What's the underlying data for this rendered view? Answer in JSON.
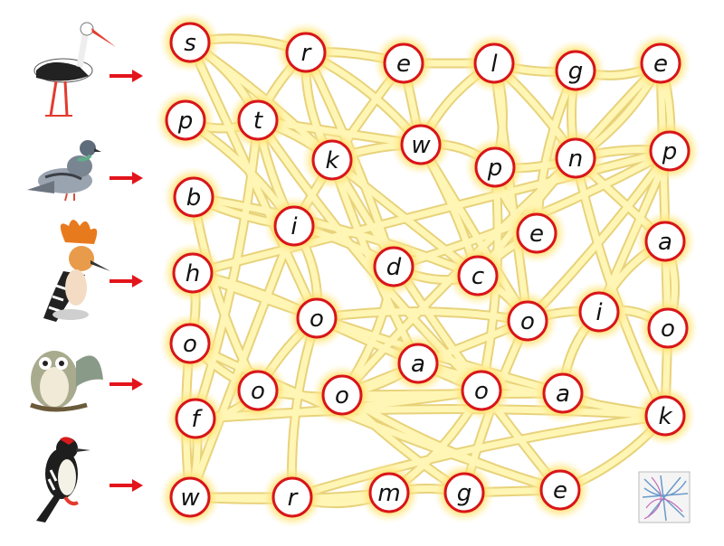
{
  "puzzle": {
    "nodes": [
      {
        "id": "s1",
        "letter": "s"
      },
      {
        "id": "r1",
        "letter": "r"
      },
      {
        "id": "e1",
        "letter": "e"
      },
      {
        "id": "l1",
        "letter": "l"
      },
      {
        "id": "g1",
        "letter": "g"
      },
      {
        "id": "e2",
        "letter": "e"
      },
      {
        "id": "p1",
        "letter": "p"
      },
      {
        "id": "t1",
        "letter": "t"
      },
      {
        "id": "w1",
        "letter": "w"
      },
      {
        "id": "k1",
        "letter": "k"
      },
      {
        "id": "p2",
        "letter": "p"
      },
      {
        "id": "n1",
        "letter": "n"
      },
      {
        "id": "p3",
        "letter": "p"
      },
      {
        "id": "b1",
        "letter": "b"
      },
      {
        "id": "i1",
        "letter": "i"
      },
      {
        "id": "e3",
        "letter": "e"
      },
      {
        "id": "a1",
        "letter": "a"
      },
      {
        "id": "h1",
        "letter": "h"
      },
      {
        "id": "d1",
        "letter": "d"
      },
      {
        "id": "c1",
        "letter": "c"
      },
      {
        "id": "o1",
        "letter": "o"
      },
      {
        "id": "o2",
        "letter": "o"
      },
      {
        "id": "i2",
        "letter": "i"
      },
      {
        "id": "o3",
        "letter": "o"
      },
      {
        "id": "a2",
        "letter": "a"
      },
      {
        "id": "o4",
        "letter": "o"
      },
      {
        "id": "o5",
        "letter": "o"
      },
      {
        "id": "o6",
        "letter": "o"
      },
      {
        "id": "o7",
        "letter": "o"
      },
      {
        "id": "a3",
        "letter": "a"
      },
      {
        "id": "k2",
        "letter": "k"
      },
      {
        "id": "f1",
        "letter": "f"
      },
      {
        "id": "w2",
        "letter": "w"
      },
      {
        "id": "r2",
        "letter": "r"
      },
      {
        "id": "m1",
        "letter": "m"
      },
      {
        "id": "g2",
        "letter": "g"
      },
      {
        "id": "e4",
        "letter": "e"
      }
    ],
    "edges": [
      [
        "s1",
        "r1"
      ],
      [
        "r1",
        "e1"
      ],
      [
        "e1",
        "l1"
      ],
      [
        "l1",
        "g1"
      ],
      [
        "g1",
        "e2"
      ],
      [
        "s1",
        "t1"
      ],
      [
        "s1",
        "k1"
      ],
      [
        "s1",
        "o2"
      ],
      [
        "r1",
        "t1"
      ],
      [
        "r1",
        "k1"
      ],
      [
        "r1",
        "w1"
      ],
      [
        "r1",
        "d1"
      ],
      [
        "e1",
        "w1"
      ],
      [
        "e1",
        "i1"
      ],
      [
        "l1",
        "w1"
      ],
      [
        "l1",
        "p2"
      ],
      [
        "l1",
        "n1"
      ],
      [
        "l1",
        "o3"
      ],
      [
        "g1",
        "n1"
      ],
      [
        "g1",
        "e3"
      ],
      [
        "e2",
        "n1"
      ],
      [
        "e2",
        "p3"
      ],
      [
        "e2",
        "o7"
      ],
      [
        "e2",
        "c1"
      ],
      [
        "p1",
        "t1"
      ],
      [
        "p1",
        "i1"
      ],
      [
        "t1",
        "k1"
      ],
      [
        "t1",
        "w1"
      ],
      [
        "t1",
        "i1"
      ],
      [
        "t1",
        "o6"
      ],
      [
        "t1",
        "f1"
      ],
      [
        "k1",
        "w1"
      ],
      [
        "k1",
        "c1"
      ],
      [
        "k1",
        "a2"
      ],
      [
        "k1",
        "e4"
      ],
      [
        "w1",
        "p2"
      ],
      [
        "w1",
        "c1"
      ],
      [
        "w1",
        "o3"
      ],
      [
        "p2",
        "n1"
      ],
      [
        "p2",
        "e3"
      ],
      [
        "p2",
        "o6"
      ],
      [
        "n1",
        "p3"
      ],
      [
        "n1",
        "a1"
      ],
      [
        "n1",
        "o5"
      ],
      [
        "n1",
        "k2"
      ],
      [
        "p3",
        "d1"
      ],
      [
        "p3",
        "o3"
      ],
      [
        "p3",
        "i2"
      ],
      [
        "b1",
        "i1"
      ],
      [
        "b1",
        "o4"
      ],
      [
        "i1",
        "o2"
      ],
      [
        "i1",
        "d1"
      ],
      [
        "i1",
        "w2"
      ],
      [
        "e3",
        "c1"
      ],
      [
        "a1",
        "i2"
      ],
      [
        "a1",
        "o7"
      ],
      [
        "h1",
        "o2"
      ],
      [
        "h1",
        "p3"
      ],
      [
        "h1",
        "a3"
      ],
      [
        "d1",
        "c1"
      ],
      [
        "d1",
        "o5"
      ],
      [
        "c1",
        "o3"
      ],
      [
        "o2",
        "a2"
      ],
      [
        "o2",
        "o4"
      ],
      [
        "o2",
        "r2"
      ],
      [
        "o2",
        "o3"
      ],
      [
        "o3",
        "i2"
      ],
      [
        "o3",
        "o5"
      ],
      [
        "o3",
        "g2"
      ],
      [
        "i2",
        "a3"
      ],
      [
        "i2",
        "o7"
      ],
      [
        "a2",
        "o5"
      ],
      [
        "a2",
        "o6"
      ],
      [
        "a2",
        "k2"
      ],
      [
        "o4",
        "o6"
      ],
      [
        "o4",
        "f1"
      ],
      [
        "o4",
        "o1"
      ],
      [
        "o5",
        "a3"
      ],
      [
        "o5",
        "g2"
      ],
      [
        "o5",
        "e4"
      ],
      [
        "o6",
        "m1"
      ],
      [
        "o6",
        "f1"
      ],
      [
        "o7",
        "k2"
      ],
      [
        "a3",
        "k2"
      ],
      [
        "k2",
        "f1"
      ],
      [
        "k2",
        "e4"
      ],
      [
        "f1",
        "w2"
      ],
      [
        "w2",
        "r2"
      ],
      [
        "w2",
        "m1"
      ],
      [
        "r2",
        "m1"
      ],
      [
        "r2",
        "k2"
      ],
      [
        "m1",
        "g2"
      ],
      [
        "g2",
        "e4"
      ],
      [
        "o1",
        "w2"
      ],
      [
        "o1",
        "e4"
      ],
      [
        "b1",
        "c1"
      ],
      [
        "h1",
        "o1"
      ]
    ]
  },
  "birds": [
    {
      "name": "stork-image"
    },
    {
      "name": "pigeon-image"
    },
    {
      "name": "hoopoe-image"
    },
    {
      "name": "owl-image"
    },
    {
      "name": "woodpecker-image"
    }
  ],
  "colors": {
    "path_fill": "#fff6b5",
    "path_stroke": "#e8d27a",
    "node_ring": "#d8151a",
    "node_glow": "#ffd34d",
    "arrow": "#e3141b"
  }
}
